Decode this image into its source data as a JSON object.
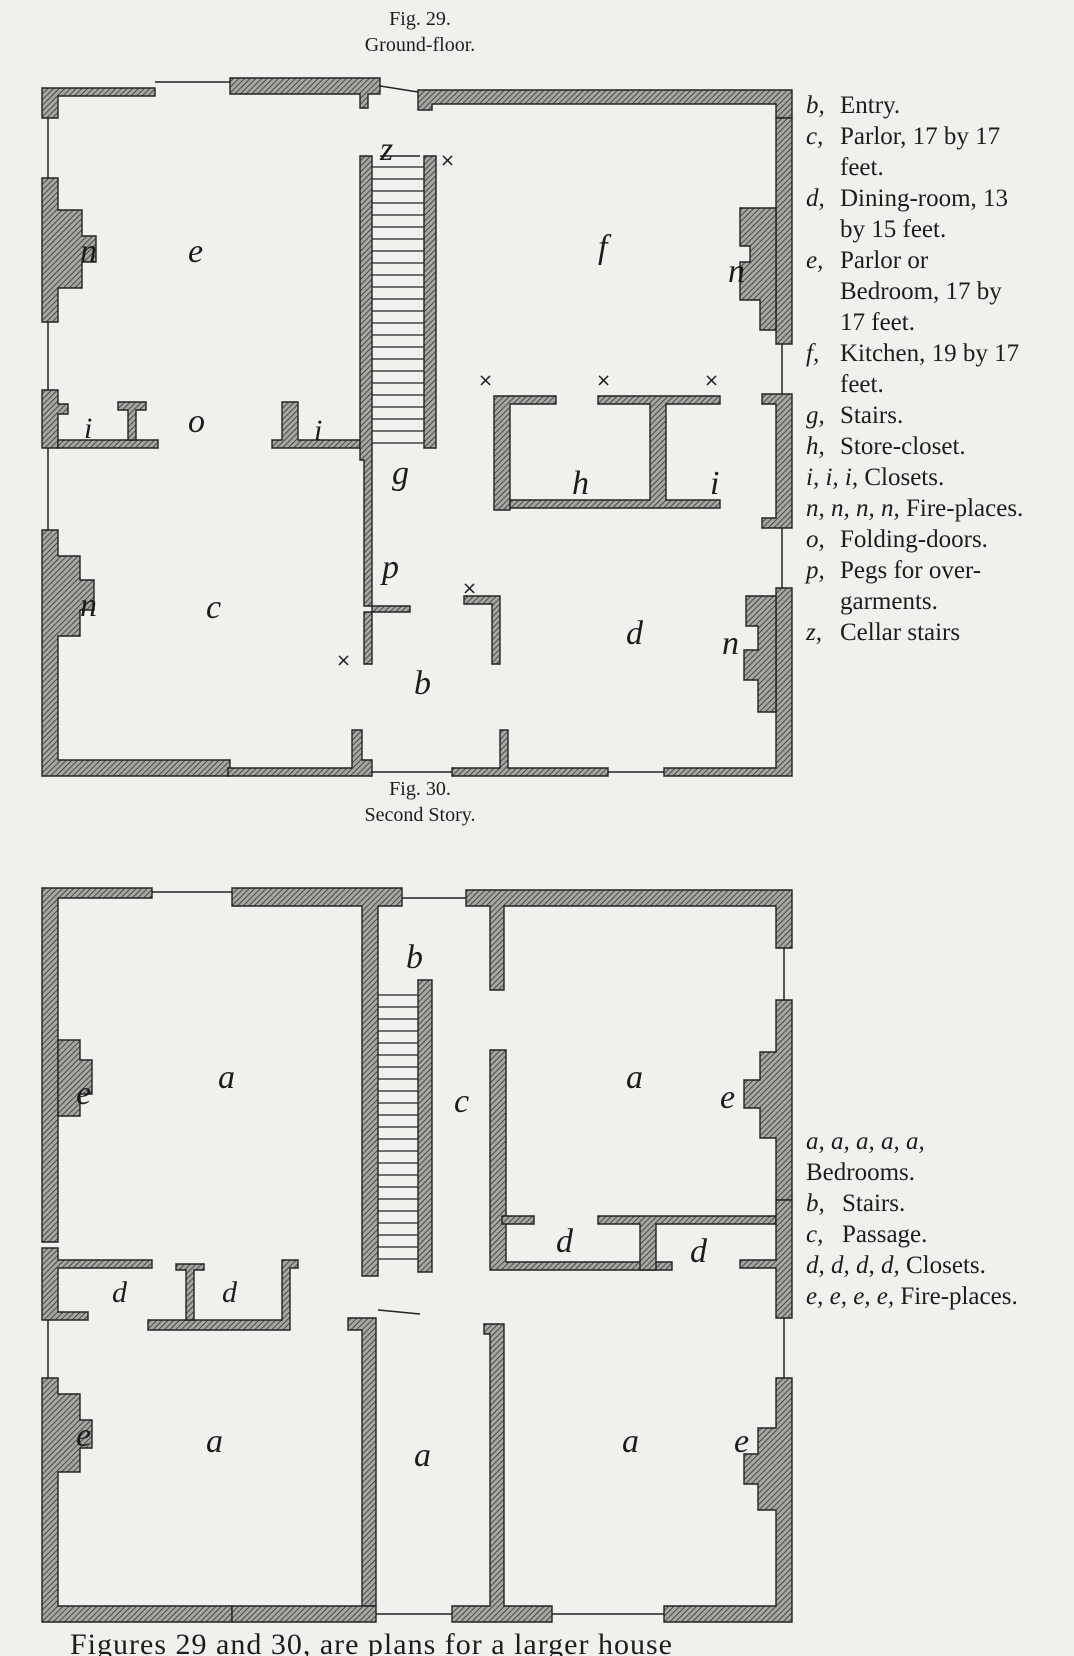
{
  "fig1": {
    "number": "Fig. 29.",
    "title": "Ground-floor.",
    "labels": {
      "z": "z",
      "e": "e",
      "f": "f",
      "n1": "n",
      "n2": "n",
      "n3": "n",
      "n4": "n",
      "i1": "i",
      "i2": "i",
      "i3": "i",
      "o": "o",
      "g": "g",
      "h": "h",
      "p": "p",
      "c": "c",
      "d": "d",
      "b": "b"
    },
    "marks": {
      "x1": "×",
      "x2": "×",
      "x3": "×",
      "x4": "×",
      "x5": "×",
      "x6": "×"
    },
    "legend": [
      {
        "key": "b,",
        "desc": "Entry."
      },
      {
        "key": "c,",
        "desc": "Parlor, 17 by 17 feet."
      },
      {
        "key": "d,",
        "desc": "Dining-room, 13 by 15 feet."
      },
      {
        "key": "e,",
        "desc": "Parlor or Bedroom, 17 by 17 feet."
      },
      {
        "key": "f,",
        "desc": "Kitchen, 19 by 17 feet."
      },
      {
        "key": "g,",
        "desc": "Stairs."
      },
      {
        "key": "h,",
        "desc": "Store-closet."
      },
      {
        "key": "i, i, i,",
        "desc": "Closets."
      },
      {
        "key": "n, n, n, n,",
        "desc": "Fire-places."
      },
      {
        "key": "o,",
        "desc": "Folding-doors."
      },
      {
        "key": "p,",
        "desc": "Pegs for over-garments."
      },
      {
        "key": "z,",
        "desc": "Cellar stairs"
      }
    ]
  },
  "fig2": {
    "number": "Fig. 30.",
    "title": "Second Story.",
    "labels": {
      "b": "b",
      "a1": "a",
      "c": "c",
      "a2": "a",
      "e1": "e",
      "e2": "e",
      "d1": "d",
      "d2": "d",
      "d3": "d",
      "d4": "d",
      "e3": "e",
      "a3": "a",
      "a4": "a",
      "a5": "a",
      "e4": "e"
    },
    "legend": [
      {
        "key": "a, a, a, a, a,",
        "desc": "Bedrooms."
      },
      {
        "key": "b,",
        "desc": "Stairs."
      },
      {
        "key": "c,",
        "desc": "Passage."
      },
      {
        "key": "d, d, d, d,",
        "desc": "Closets."
      },
      {
        "key": "e, e, e, e,",
        "desc": "Fire-places."
      }
    ]
  },
  "footer": {
    "text": "Figures 29 and 30, are plans for a larger house"
  },
  "colors": {
    "wall": "#2a2a2a",
    "hatch_bg": "#9a9a96",
    "paper": "#f1f0ec"
  }
}
